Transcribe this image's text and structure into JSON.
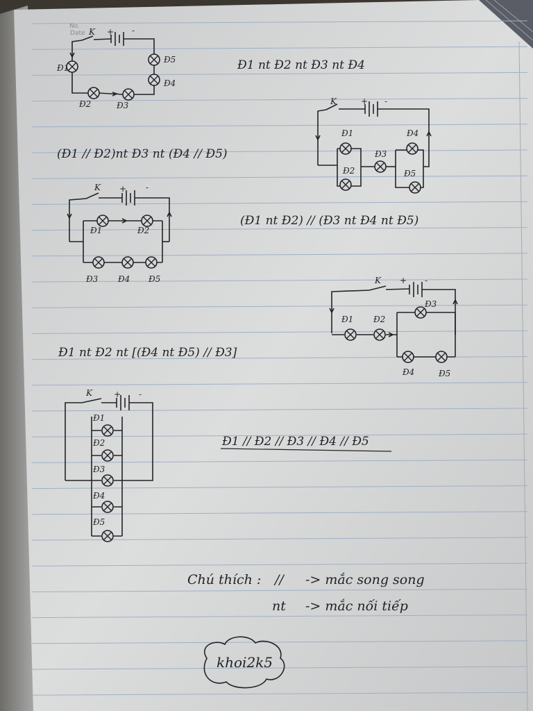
{
  "notebook_header": {
    "no_label": "No.",
    "date_label": "Date"
  },
  "circuit_1": {
    "switch": "K",
    "battery_plus": "+",
    "battery_minus": "-",
    "lamps": [
      "Đ1",
      "Đ2",
      "Đ3",
      "Đ4",
      "Đ5"
    ],
    "formula": "Đ1 nt Đ2 nt Đ3 nt Đ4"
  },
  "circuit_2": {
    "switch": "K",
    "battery_plus": "+",
    "battery_minus": "-",
    "lamps": [
      "Đ1",
      "Đ2",
      "Đ3",
      "Đ4",
      "Đ5"
    ],
    "formula": "(Đ1 // Đ2)nt Đ3 nt (Đ4 // Đ5)"
  },
  "circuit_3": {
    "switch": "K",
    "battery_plus": "+",
    "battery_minus": "-",
    "lamps": [
      "Đ1",
      "Đ2",
      "Đ3",
      "Đ4",
      "Đ5"
    ],
    "formula": "(Đ1 nt Đ2) // (Đ3 nt Đ4 nt Đ5)"
  },
  "circuit_4": {
    "switch": "K",
    "battery_plus": "+",
    "battery_minus": "-",
    "lamps": [
      "Đ1",
      "Đ2",
      "Đ3",
      "Đ4",
      "Đ5"
    ],
    "formula": "Đ1 nt Đ2 nt [(Đ4 nt Đ5) // Đ3]"
  },
  "circuit_5": {
    "switch": "K",
    "battery_plus": "+",
    "battery_minus": "-",
    "lamps": [
      "Đ1",
      "Đ2",
      "Đ3",
      "Đ4",
      "Đ5"
    ],
    "formula": "Đ1 // Đ2 // Đ3 // Đ4 // Đ5"
  },
  "legend": {
    "title": "Chú thích :",
    "parallel_symbol": "//",
    "parallel_meaning": "-> mắc song song",
    "series_symbol": "nt",
    "series_meaning": "-> mắc nối tiếp"
  },
  "signature": "khoi2k5",
  "colors": {
    "paper": "#d9dadb",
    "rule_line": "#9fb0c4",
    "ink": "#222327",
    "margin_shadow": "#b9babc"
  }
}
